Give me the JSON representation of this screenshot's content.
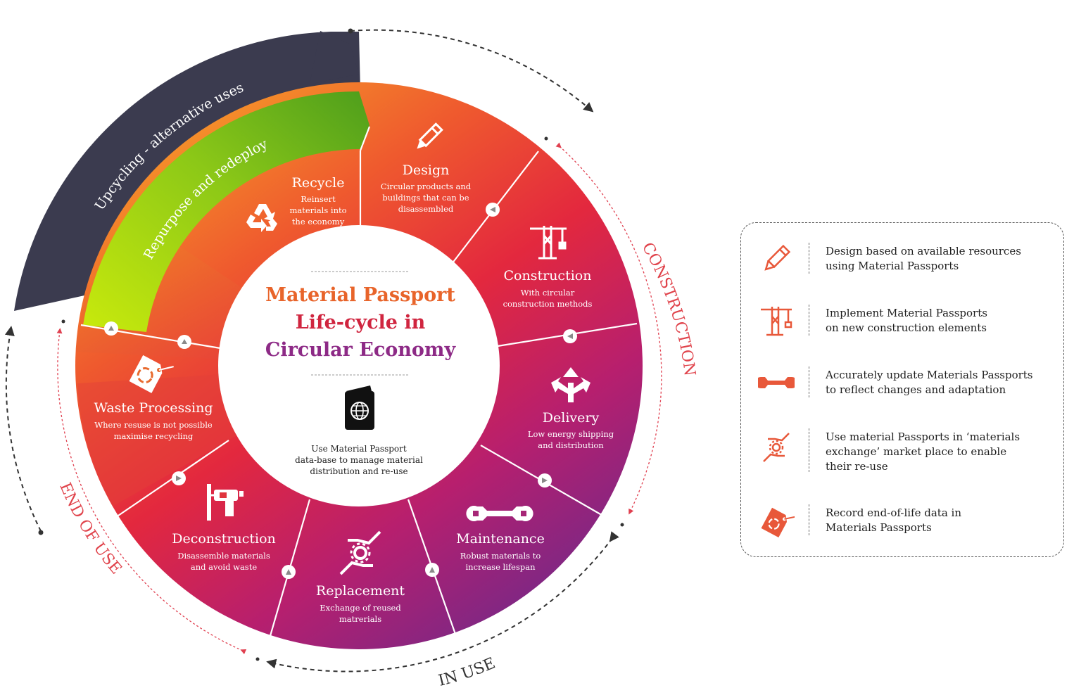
{
  "center": {
    "title_lines": [
      "Material Passport",
      "Life-cycle in",
      "Circular Economy"
    ],
    "note_lines": [
      "Use Material Passport",
      "data-base to manage material",
      "distribution and re-use"
    ],
    "icon": "passport-globe-icon"
  },
  "bands": {
    "outer": "Upcycling - alternative uses",
    "green": "Repurpose and redeploy"
  },
  "phases": {
    "construction": "CONSTRUCTION",
    "in_use": "IN USE",
    "end_of_use": "END OF USE"
  },
  "segments": [
    {
      "title": "Recycle",
      "desc": [
        "Reinsert",
        "materials into",
        "the economy"
      ],
      "icon": "recycle-icon"
    },
    {
      "title": "Design",
      "desc": [
        "Circular products and",
        "buildings that can be",
        "disassembled"
      ],
      "icon": "pencil-icon"
    },
    {
      "title": "Construction",
      "desc": [
        "With circular",
        "construction methods"
      ],
      "icon": "crane-icon"
    },
    {
      "title": "Delivery",
      "desc": [
        "Low energy shipping",
        "and distribution"
      ],
      "icon": "directions-arrows-icon"
    },
    {
      "title": "Maintenance",
      "desc": [
        "Robust materials to",
        "increase lifespan"
      ],
      "icon": "wrench-icon"
    },
    {
      "title": "Replacement",
      "desc": [
        "Exchange of reused",
        "matrerials"
      ],
      "icon": "hand-gear-icon"
    },
    {
      "title": "Deconstruction",
      "desc": [
        "Disassemble materials",
        "and avoid waste"
      ],
      "icon": "drill-icon"
    },
    {
      "title": "Waste Processing",
      "desc": [
        "Where resuse is not possible",
        "maximise recycling"
      ],
      "icon": "recycle-tag-icon"
    }
  ],
  "legend": [
    {
      "icon": "pencil-icon",
      "lines": [
        "Design based on available resources",
        "using Material Passports"
      ]
    },
    {
      "icon": "crane-icon",
      "lines": [
        "Implement Material Passports",
        "on new construction elements"
      ]
    },
    {
      "icon": "wrench-icon",
      "lines": [
        "Accurately update Materials Passports",
        "to reflect changes and adaptation"
      ]
    },
    {
      "icon": "hand-gear-icon",
      "lines": [
        "Use material Passports in ‘materials",
        "exchange’ market place to enable",
        "their re-use"
      ]
    },
    {
      "icon": "recycle-tag-icon",
      "lines": [
        "Record end-of-life data in",
        "Materials Passports"
      ]
    }
  ],
  "colors": {
    "dark_band": "#3a3a4e",
    "green_light": "#c8e80e",
    "green_dark": "#55a51c",
    "orange": "#f5a623",
    "red": "#e8313a",
    "magenta": "#c2206e",
    "purple": "#7a2a8e",
    "title_orange": "#e8602a",
    "title_red": "#d0203f",
    "title_purple": "#8d2a86",
    "legend_icon": "#e8583a"
  }
}
